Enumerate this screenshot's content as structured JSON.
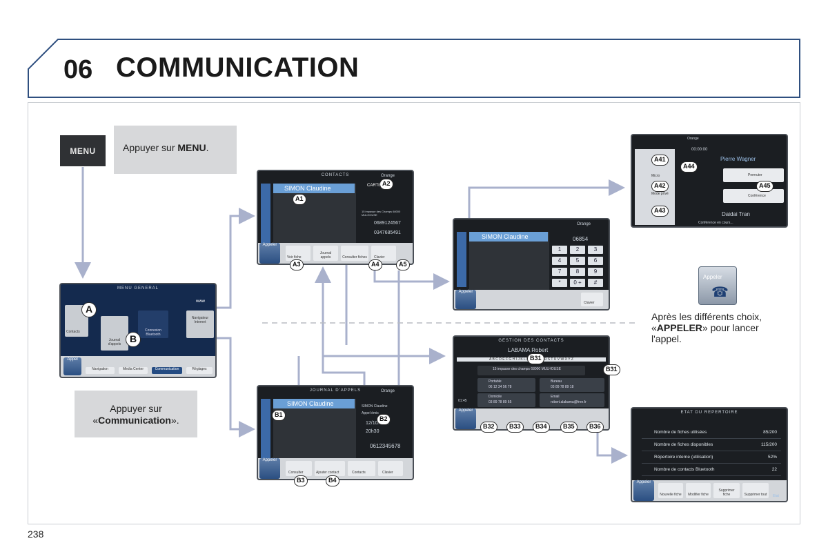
{
  "header": {
    "chapter_number": "06",
    "chapter_title": "COMMUNICATION"
  },
  "page_number": "238",
  "instructions": {
    "menu_button_label": "MENU",
    "press_menu_prefix": "Appuyer sur ",
    "press_menu_bold": "MENU",
    "press_menu_suffix": ".",
    "press_comm_line1": "Appuyer sur",
    "press_comm_open": "«",
    "press_comm_bold": "Communication",
    "press_comm_close": "».",
    "call_icon_label": "Appeler",
    "final_prefix": "Après les différents choix, «",
    "final_bold": "APPELER",
    "final_suffix": "» pour lancer l'appel."
  },
  "menu_general": {
    "title": "MENU GENERAL",
    "contacts": "Contacts",
    "journal": "Journal d'appels",
    "connexion": "Connexion Bluetooth",
    "navigateur": "Navigateur Internet",
    "appel": "Appel",
    "tabs": [
      "Navigation",
      "Media Center",
      "Communication",
      "Réglages"
    ],
    "www": "www"
  },
  "contacts_screen": {
    "title": "CONTACTS",
    "operator": "Orange",
    "selected": "SIMON Claudine",
    "card_tab": "CARTE INFO",
    "address": "15 impasse des Champs 68000 MULHOUSE",
    "phone1": "0689124567",
    "phone2": "0347685491",
    "appeler": "Appeler",
    "buttons": [
      "Voir fiche",
      "Journal appels",
      "Consulter fiches",
      "Clavier"
    ]
  },
  "journal_screen": {
    "title": "JOURNAL D'APPELS",
    "operator": "Orange",
    "selected": "SIMON Claudine",
    "detail_name": "SIMON Claudine",
    "detail_type": "Appel émis",
    "detail_date": "12/10/2007",
    "detail_time": "20h30",
    "detail_number": "0612345678",
    "appeler": "Appeler",
    "buttons": [
      "Consulter",
      "Ajouter contact",
      "Contacts",
      "Clavier"
    ]
  },
  "keypad_screen": {
    "operator": "Orange",
    "selected": "SIMON Claudine",
    "entry": "06854",
    "keys": [
      "1",
      "2",
      "3",
      "4",
      "5",
      "6",
      "7",
      "8",
      "9",
      "*",
      "0 +",
      "#"
    ],
    "appeler": "Appeler",
    "clavier": "Clavier"
  },
  "call_screen": {
    "operator": "Orange",
    "timer": "00:00:00",
    "caller": "Pierre Wagner",
    "permuter": "Permuter",
    "conference": "Conférence",
    "second_caller": "Daidai Tran",
    "status": "Conférence en cours...",
    "micro": "Micro",
    "mode": "Mode privé"
  },
  "gestion_screen": {
    "title": "GESTION DES CONTACTS",
    "name": "LABAMA Robert",
    "alphabet": "A B C D E F G H I J K L M N O P Q R S T U V W X Y Z",
    "address": "15 impasse des champs 68000 MULHOUSE",
    "portable_label": "Portable",
    "portable": "06 12 34 56 78",
    "bureau_label": "Bureau",
    "bureau": "03 89 78 89 18",
    "domicile_label": "Domicile",
    "domicile": "03 89 78 89 65",
    "email_label": "Email",
    "email": "robert.alabama@free.fr",
    "time": "01:45",
    "appeler": "Appeler"
  },
  "etat_screen": {
    "title": "ETAT DU REPERTOIRE",
    "rows": [
      {
        "label": "Nombre de fiches utilisées",
        "value": "85/200"
      },
      {
        "label": "Nombre de fiches disponibles",
        "value": "115/200"
      },
      {
        "label": "Répertoire interne (utilisation)",
        "value": "52%"
      },
      {
        "label": "Nombre de contacts Bluetooth",
        "value": "22"
      }
    ],
    "buttons": [
      "Nouvelle fiche",
      "Modifier fiche",
      "Supprimer fiche",
      "Supprimer tout"
    ],
    "appeler": "Appeler",
    "etat": "Etat"
  },
  "badges": {
    "A": "A",
    "B": "B",
    "A1": "A1",
    "A2": "A2",
    "A3": "A3",
    "A4": "A4",
    "A5": "A5",
    "A41": "A41",
    "A42": "A42",
    "A43": "A43",
    "A44": "A44",
    "A45": "A45",
    "B1": "B1",
    "B2": "B2",
    "B3": "B3",
    "B4": "B4",
    "B31": "B31",
    "B31b": "B31",
    "B32": "B32",
    "B33": "B33",
    "B34": "B34",
    "B35": "B35",
    "B36": "B36"
  },
  "colors": {
    "arrow": "#a9b1cc",
    "header_border": "#2f4f7f",
    "grey_box": "#d7d8da",
    "highlight": "#6a9fd6"
  }
}
